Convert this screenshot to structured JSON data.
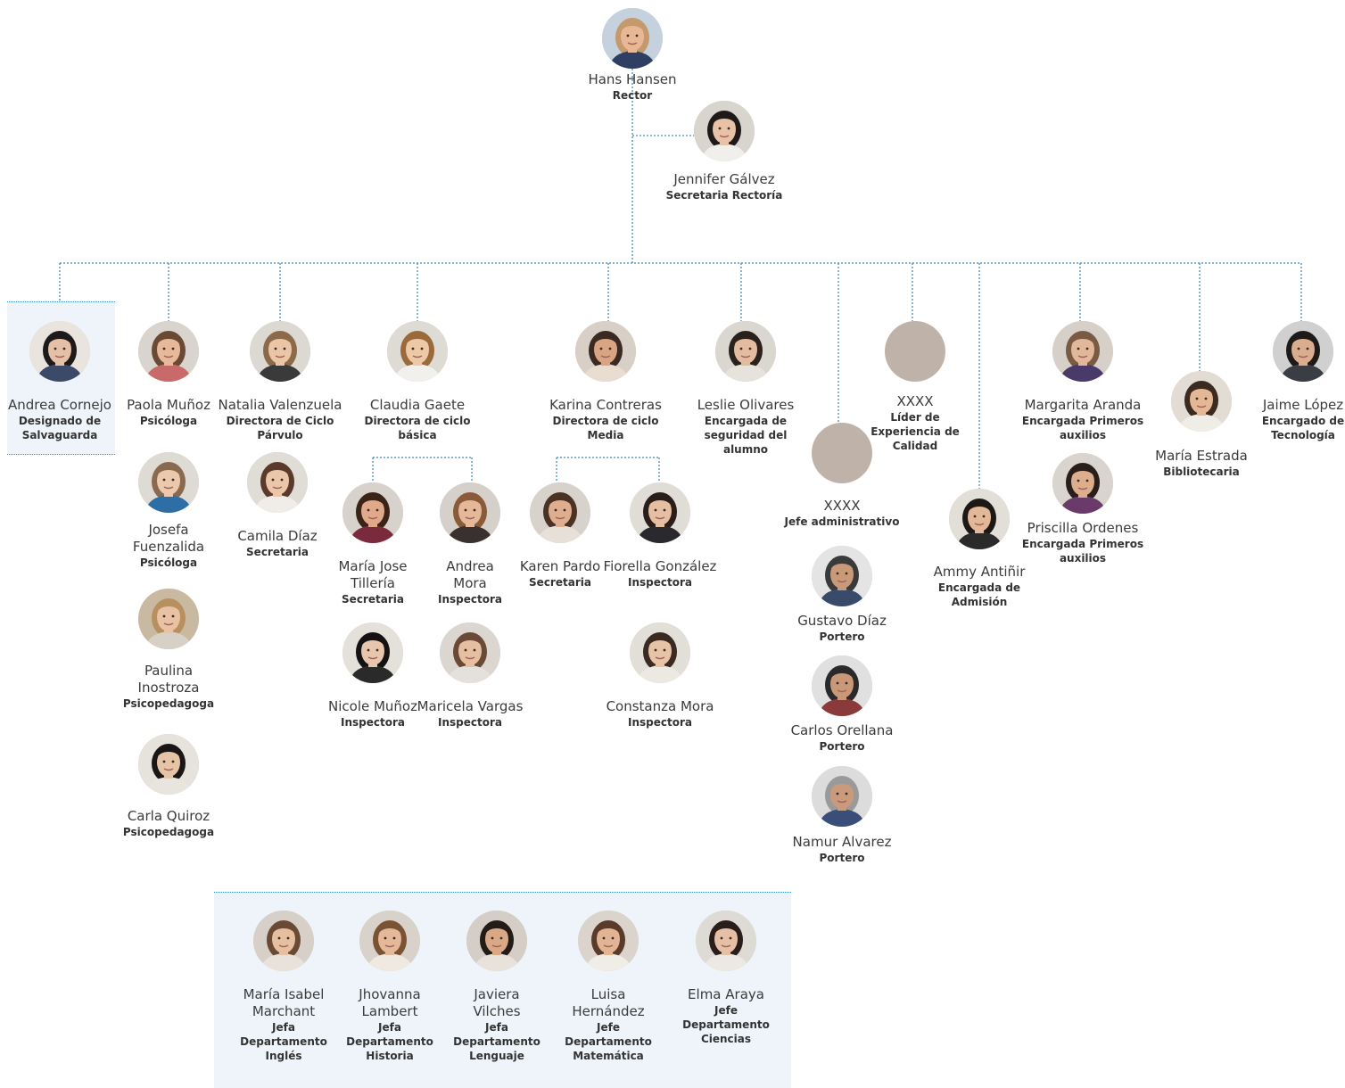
{
  "people": [
    {
      "id": "hans",
      "name": "Hans Hansen",
      "role": "Rector",
      "hair": "#c49a6c",
      "skin": "#e8b896",
      "shirt": "#2e3f63",
      "bg": "#c5d1dc"
    },
    {
      "id": "jennifer",
      "name": "Jennifer Gálvez",
      "role": "Secretaria Rectoría",
      "hair": "#1f1a18",
      "skin": "#e8c2a6",
      "shirt": "#f0efec",
      "bg": "#d8d4ce"
    },
    {
      "id": "andrea-cornejo",
      "name": "Andrea Cornejo",
      "role": "Designado de Salvaguarda",
      "hair": "#1e1a1a",
      "skin": "#e5c0a6",
      "shirt": "#3c4a6a",
      "bg": "#e9e4de"
    },
    {
      "id": "paola",
      "name": "Paola Muñoz",
      "role": "Psicóloga",
      "hair": "#6b4a35",
      "skin": "#e6b99a",
      "shirt": "#c96a6a",
      "bg": "#d9d4ce"
    },
    {
      "id": "natalia",
      "name": "Natalia Valenzuela",
      "role": "Directora de Ciclo Párvulo",
      "hair": "#8a6a48",
      "skin": "#ebc6a6",
      "shirt": "#3a3a3a",
      "bg": "#dcd8d2"
    },
    {
      "id": "claudia",
      "name": "Claudia Gaete",
      "role": "Directora de ciclo básica",
      "hair": "#9a6a3a",
      "skin": "#eec9a8",
      "shirt": "#f2f0ec",
      "bg": "#dedad4"
    },
    {
      "id": "karina",
      "name": "Karina Contreras",
      "role": "Directora de ciclo Media",
      "hair": "#3a2a22",
      "skin": "#d9a483",
      "shirt": "#e8ddd0",
      "bg": "#d8d0c6"
    },
    {
      "id": "leslie",
      "name": "Leslie Olivares",
      "role": "Encargada de seguridad del alumno",
      "hair": "#2a201c",
      "skin": "#e3bca0",
      "shirt": "#e6e2dc",
      "bg": "#dad6d0"
    },
    {
      "id": "xxxx-admin",
      "name": "XXXX",
      "role": "Jefe administrativo",
      "blank": true
    },
    {
      "id": "xxxx-calidad",
      "name": "XXXX",
      "role": "Líder de Experiencia de Calidad",
      "blank": true
    },
    {
      "id": "ammy",
      "name": "Ammy Antiñir",
      "role": "Encargada de Admisión",
      "hair": "#1c1816",
      "skin": "#e2b898",
      "shirt": "#2a2a2a",
      "bg": "#e2ded8"
    },
    {
      "id": "margarita",
      "name": "Margarita Aranda",
      "role": "Encargada Primeros auxilios",
      "hair": "#7a5a42",
      "skin": "#e2b89a",
      "shirt": "#4a3a6a",
      "bg": "#d6d0c8"
    },
    {
      "id": "maria-estrada",
      "name": "María Estrada",
      "role": "Bibliotecaria",
      "hair": "#3a2a20",
      "skin": "#e4b896",
      "shirt": "#f0ece6",
      "bg": "#e2dcd4"
    },
    {
      "id": "jaime",
      "name": "Jaime López",
      "role": "Encargado de Tecnología",
      "hair": "#1e1a18",
      "skin": "#d9ad8e",
      "shirt": "#3a3e44",
      "bg": "#d0d0d0"
    },
    {
      "id": "josefa",
      "name": "Josefa Fuenzalida",
      "role": "Psicóloga",
      "hair": "#8a6a4e",
      "skin": "#ecc8ac",
      "shirt": "#2e6ea6",
      "bg": "#dedad4"
    },
    {
      "id": "paulina",
      "name": "Paulina Inostroza",
      "role": "Psicopedagoga",
      "hair": "#b89060",
      "skin": "#e8c2a2",
      "shirt": "#d6d0c6",
      "bg": "#c9b9a0"
    },
    {
      "id": "carla",
      "name": "Carla Quiroz",
      "role": "Psicopedagoga",
      "hair": "#1a1616",
      "skin": "#e6c4a8",
      "shirt": "#e8e4de",
      "bg": "#e6e2dc"
    },
    {
      "id": "camila",
      "name": "Camila Díaz",
      "role": "Secretaria",
      "hair": "#5a3a2a",
      "skin": "#ecc6a8",
      "shirt": "#f0ece8",
      "bg": "#e0dcd6"
    },
    {
      "id": "maria-jose",
      "name": "María Jose Tillería",
      "role": "Secretaria",
      "hair": "#3a2418",
      "skin": "#e0a98a",
      "shirt": "#7a2a3a",
      "bg": "#d8d2cc"
    },
    {
      "id": "andrea-mora",
      "name": "Andrea Mora",
      "role": "Inspectora",
      "hair": "#8a5a3a",
      "skin": "#e4b898",
      "shirt": "#3a3030",
      "bg": "#d6d0ca"
    },
    {
      "id": "karen",
      "name": "Karen Pardo",
      "role": "Secretaria",
      "hair": "#4a3224",
      "skin": "#dfae8e",
      "shirt": "#e6e0d8",
      "bg": "#d8d2cc"
    },
    {
      "id": "fiorella",
      "name": "Fiorella González",
      "role": "Inspectora",
      "hair": "#2a1e1a",
      "skin": "#e6bea2",
      "shirt": "#2a2a2e",
      "bg": "#e0dcd6"
    },
    {
      "id": "nicole",
      "name": "Nicole Muñoz",
      "role": "Inspectora",
      "hair": "#141212",
      "skin": "#e8c6ae",
      "shirt": "#2a2a2a",
      "bg": "#e4e0da"
    },
    {
      "id": "maricela",
      "name": "Maricela Vargas",
      "role": "Inspectora",
      "hair": "#6a4a36",
      "skin": "#e6bea0",
      "shirt": "#e4e0dc",
      "bg": "#dcd6d0"
    },
    {
      "id": "constanza",
      "name": "Constanza Mora",
      "role": "Inspectora",
      "hair": "#3a2a22",
      "skin": "#e8c4a6",
      "shirt": "#ece8e2",
      "bg": "#e2ded8"
    },
    {
      "id": "gustavo",
      "name": "Gustavo Díaz",
      "role": "Portero",
      "hair": "#3a3a3a",
      "skin": "#c99a7a",
      "shirt": "#3a4a6a",
      "bg": "#e4e4e4"
    },
    {
      "id": "carlos",
      "name": "Carlos Orellana",
      "role": "Portero",
      "hair": "#2a2a2a",
      "skin": "#c99878",
      "shirt": "#8a3a3a",
      "bg": "#e0e0e0"
    },
    {
      "id": "namur",
      "name": "Namur Alvarez",
      "role": "Portero",
      "hair": "#9a9a9a",
      "skin": "#c99a7c",
      "shirt": "#3a4e7a",
      "bg": "#dcdcdc"
    },
    {
      "id": "priscilla",
      "name": "Priscilla Ordenes",
      "role": "Encargada Primeros auxilios",
      "hair": "#2a1e1a",
      "skin": "#dcae8e",
      "shirt": "#6a3a6a",
      "bg": "#dad4ce"
    },
    {
      "id": "maria-isabel",
      "name": "María Isabel Marchant",
      "role": "Jefa Departamento Inglés",
      "hair": "#6a4a32",
      "skin": "#e6bea0",
      "shirt": "#e8e2da",
      "bg": "#d6d0c8"
    },
    {
      "id": "jhovanna",
      "name": "Jhovanna Lambert",
      "role": "Jefa Departamento Historia",
      "hair": "#7a5234",
      "skin": "#e4b898",
      "shirt": "#efe9e2",
      "bg": "#d8d2ca"
    },
    {
      "id": "javiera",
      "name": "Javiera Vilches",
      "role": "Jefa Departamento Lenguaje",
      "hair": "#241a16",
      "skin": "#d9a886",
      "shirt": "#e8e2da",
      "bg": "#d4cec6"
    },
    {
      "id": "luisa",
      "name": "Luisa Hernández",
      "role": "Jefe Departamento Matemática",
      "hair": "#5a3a28",
      "skin": "#e2b494",
      "shirt": "#f0ece6",
      "bg": "#dad4cc"
    },
    {
      "id": "elma",
      "name": "Elma Araya",
      "role": "Jefe Departamento Ciencias",
      "hair": "#2a1e1a",
      "skin": "#e6c0a4",
      "shirt": "#ece8e2",
      "bg": "#dedad4"
    }
  ]
}
